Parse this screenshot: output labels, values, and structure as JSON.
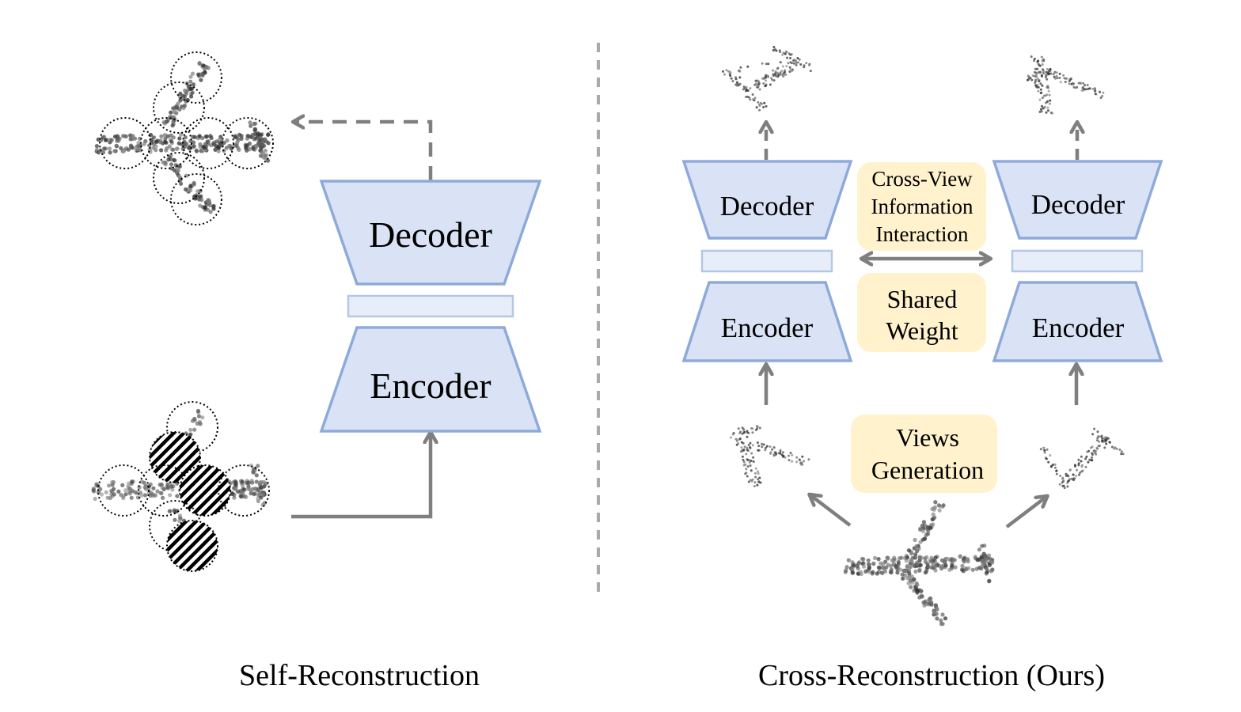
{
  "colors": {
    "block_fill": "#dae3f5",
    "block_stroke": "#8eaadb",
    "latent_fill": "#e8eef9",
    "latent_stroke": "#b4c7e7",
    "note_fill": "#fff2cc",
    "arrow": "#7f7f7f",
    "separator": "#aaaaaa",
    "points": "#333333"
  },
  "left_panel": {
    "caption": "Self-Reconstruction",
    "decoder_label": "Decoder",
    "encoder_label": "Encoder",
    "input_cloud": "masked-airplane-point-cloud",
    "output_cloud": "reconstructed-airplane-point-cloud"
  },
  "right_panel": {
    "caption": "Cross-Reconstruction (Ours)",
    "left_branch": {
      "decoder_label": "Decoder",
      "encoder_label": "Encoder"
    },
    "right_branch": {
      "decoder_label": "Decoder",
      "encoder_label": "Encoder"
    },
    "notes": {
      "interaction": [
        "Cross-View",
        "Information",
        "Interaction"
      ],
      "shared": [
        "Shared",
        "Weight"
      ],
      "views": [
        "Views",
        "Generation"
      ]
    },
    "source_cloud": "airplane-point-cloud",
    "view_clouds": [
      "view-1-point-cloud",
      "view-2-point-cloud"
    ],
    "recon_clouds": [
      "reconstructed-view-1",
      "reconstructed-view-2"
    ]
  }
}
